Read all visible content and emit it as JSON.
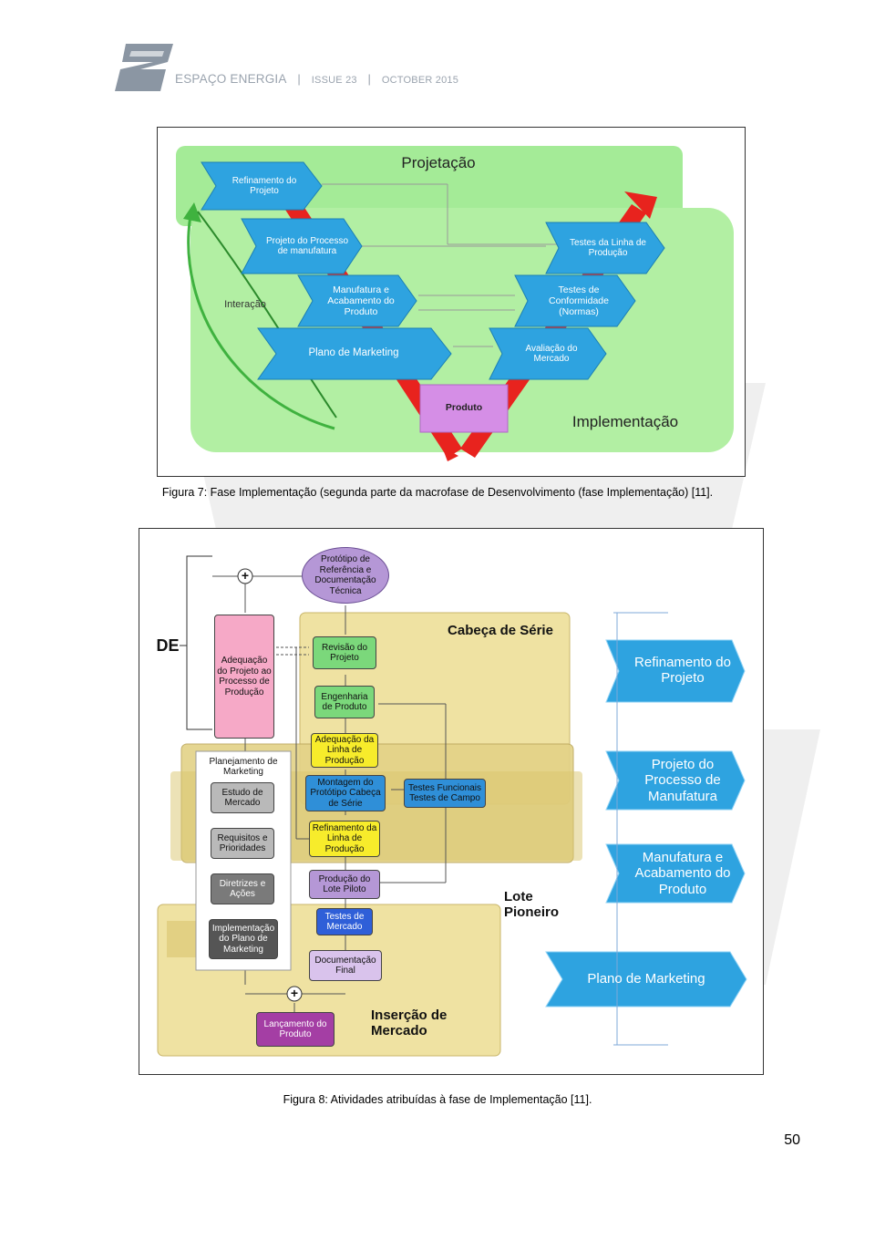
{
  "header": {
    "brand": "ESPAÇO ENERGIA",
    "sep1": "|",
    "issue": "ISSUE 23",
    "sep2": "|",
    "date": "OCTOBER 2015"
  },
  "figure7": {
    "caption": "Figura 7: Fase Implementação (segunda parte da macrofase de Desenvolvimento (fase Implementação) [11].",
    "title_top": "Projetação",
    "title_bottom": "Implementação",
    "interacao": "Interação",
    "left_arrows": [
      "Refinamento do Projeto",
      "Projeto do Processo de manufatura",
      "Manufatura e Acabamento do Produto",
      "Plano de Marketing"
    ],
    "right_arrows": [
      "Testes da Linha de Produção",
      "Testes de Conformidade (Normas)",
      "Avaliação do Mercado"
    ],
    "produto": "Produto"
  },
  "figure8": {
    "caption": "Figura 8: Atividades atribuídas à fase de Implementação [11].",
    "de_label": "DE",
    "prototipo": "Protótipo de Referência e Documentação Técnica",
    "adequacao_projeto": "Adequação do Projeto ao Processo de Produção",
    "cabeca_serie": "Cabeça de Série",
    "revisao": "Revisão do Projeto",
    "engenharia": "Engenharia de Produto",
    "adequacao_linha": "Adequação da Linha de Produção",
    "montagem": "Montagem do Protótipo Cabeça de Série",
    "testes_funcionais": "Testes Funcionais Testes de Campo",
    "refinamento_linha": "Refinamento da Linha de Produção",
    "producao_lote": "Produção do Lote Piloto",
    "testes_mercado": "Testes de Mercado",
    "documentacao_final": "Documentação Final",
    "lote_pioneiro": "Lote Pioneiro",
    "insercao": "Inserção de Mercado",
    "lancamento": "Lançamento do Produto",
    "planejamento": "Planejamento de Marketing",
    "estudo": "Estudo de Mercado",
    "requisitos": "Requisitos e Prioridades",
    "diretrizes": "Diretrizes e Ações",
    "implementacao_plano": "Implementação do Plano de Marketing",
    "right_arrows": [
      "Refinamento do Projeto",
      "Projeto do Processo de Manufatura",
      "Manufatura e Acabamento do Produto",
      "Plano de Marketing"
    ],
    "plus": "+"
  },
  "page_number": "50",
  "colors": {
    "blue_arrow": "#2ea3e0",
    "green_bg": "#9be58e",
    "red_arrow": "#e8231e",
    "tan_bg": "#e9d98e",
    "pink": "#f6a9c7",
    "yellow": "#f7ec2b",
    "purple": "#b597d6",
    "gray": "#b9b9b9",
    "blue_box": "#2f8fd8"
  }
}
